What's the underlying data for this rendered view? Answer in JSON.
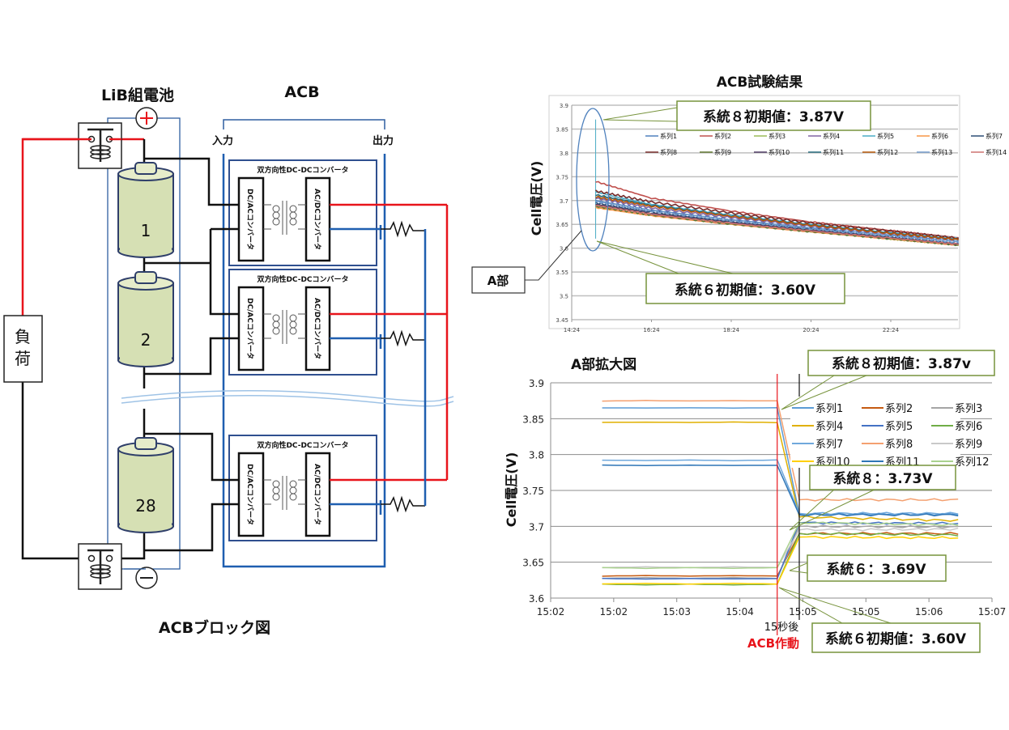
{
  "diagram": {
    "pack_label": "LiB組電池",
    "acb_label": "ACB",
    "input_label": "入力",
    "output_label": "出力",
    "converter_label": "双方向性DC-DCコンバータ",
    "dcac_label": "DC/ACコンバータ",
    "acdc_label": "AC/DCコンバータ",
    "load_label": "負荷",
    "cells": [
      "1",
      "2",
      "28"
    ],
    "plus_icon": "plus-terminal-icon",
    "minus_icon": "minus-terminal-icon",
    "caption": "ACBブロック図",
    "colors": {
      "positive": "#e8141b",
      "negative": "#111111",
      "acb_bus": "#1f5fb0",
      "cell_fill": "#d6e0b4"
    }
  },
  "annotations": {
    "a_part": "A部",
    "top_init8": "系統８初期値：3.87V",
    "top_init6": "系統６初期値：3.60V",
    "zoom_init8": "系統８初期値：3.87v",
    "zoom_after8": "系統８：3.73V",
    "zoom_after6": "系統６：3.69V",
    "zoom_init6": "系統６初期値：3.60V",
    "after15": "15秒後",
    "acb_on": "ACB作動",
    "callout_color": "#77933c",
    "acb_line_color": "#e8141b"
  },
  "chart_data": [
    {
      "type": "line",
      "title": "ACB試験結果",
      "ylabel": "Cell電圧(V)",
      "xlabel": "",
      "ylim": [
        3.45,
        3.9
      ],
      "yticks": [
        "3.9",
        "3.85",
        "3.8",
        "3.75",
        "3.7",
        "3.65",
        "3.6",
        "3.55",
        "3.5",
        "3.45"
      ],
      "xticks": [
        "14:24",
        "16:24",
        "18:24",
        "20:24",
        "22:24"
      ],
      "grid": "horizontal",
      "legend": "top",
      "x": [
        "15:00",
        "16:24",
        "18:24",
        "20:24",
        "22:24",
        "00:06"
      ],
      "initial_spread": {
        "x": "15:00",
        "min": 3.62,
        "max": 3.87
      },
      "series": [
        {
          "name": "系列1",
          "color": "#4f81bd",
          "values": [
            3.7,
            3.68,
            3.66,
            3.643,
            3.628,
            3.615
          ]
        },
        {
          "name": "系列2",
          "color": "#c0504d",
          "values": [
            3.74,
            3.705,
            3.678,
            3.655,
            3.637,
            3.622
          ]
        },
        {
          "name": "系列3",
          "color": "#9bbb59",
          "values": [
            3.69,
            3.672,
            3.652,
            3.636,
            3.62,
            3.607
          ]
        },
        {
          "name": "系列4",
          "color": "#8064a2",
          "values": [
            3.705,
            3.684,
            3.664,
            3.646,
            3.63,
            3.617
          ]
        },
        {
          "name": "系列5",
          "color": "#4bacc6",
          "values": [
            3.718,
            3.692,
            3.67,
            3.65,
            3.633,
            3.62
          ]
        },
        {
          "name": "系列6",
          "color": "#f79646",
          "values": [
            3.685,
            3.668,
            3.65,
            3.634,
            3.619,
            3.606
          ]
        },
        {
          "name": "系列7",
          "color": "#2c4d75",
          "values": [
            3.695,
            3.676,
            3.656,
            3.64,
            3.624,
            3.61
          ]
        },
        {
          "name": "系列8",
          "color": "#772c2a",
          "values": [
            3.72,
            3.697,
            3.674,
            3.653,
            3.636,
            3.621
          ]
        },
        {
          "name": "系列9",
          "color": "#5f7530",
          "values": [
            3.688,
            3.67,
            3.651,
            3.635,
            3.62,
            3.607
          ]
        },
        {
          "name": "系列10",
          "color": "#4d3b62",
          "values": [
            3.692,
            3.673,
            3.654,
            3.638,
            3.622,
            3.609
          ]
        },
        {
          "name": "系列11",
          "color": "#276a7c",
          "values": [
            3.712,
            3.69,
            3.668,
            3.649,
            3.632,
            3.618
          ]
        },
        {
          "name": "系列12",
          "color": "#b65708",
          "values": [
            3.708,
            3.688,
            3.667,
            3.648,
            3.631,
            3.618
          ]
        },
        {
          "name": "系列13",
          "color": "#729aca",
          "values": [
            3.698,
            3.678,
            3.658,
            3.641,
            3.626,
            3.612
          ]
        },
        {
          "name": "系列14",
          "color": "#cd7371",
          "values": [
            3.69,
            3.671,
            3.652,
            3.636,
            3.621,
            3.608
          ]
        }
      ]
    },
    {
      "type": "line",
      "title": "A部拡大図",
      "ylabel": "Cell電圧(V)",
      "xlabel": "",
      "ylim": [
        3.6,
        3.9
      ],
      "yticks": [
        "3.9",
        "3.85",
        "3.8",
        "3.75",
        "3.7",
        "3.65",
        "3.6"
      ],
      "xticks": [
        "15:02",
        "15:02",
        "15:03",
        "15:04",
        "15:05",
        "15:05",
        "15:06",
        "15:07"
      ],
      "xrange": [
        "15:02:00",
        "15:07:00"
      ],
      "grid": "horizontal",
      "legend": "right",
      "acb_time": "15:04:34",
      "after_time": "15:04:49",
      "x": [
        "15:02:35",
        "15:04:34",
        "15:04:49",
        "15:06:37"
      ],
      "series": [
        {
          "name": "系列1",
          "color": "#5b9bd5",
          "values": [
            3.865,
            3.865,
            3.717,
            3.717
          ]
        },
        {
          "name": "系列2",
          "color": "#c55a11",
          "values": [
            3.631,
            3.631,
            3.69,
            3.69
          ]
        },
        {
          "name": "系列3",
          "color": "#a5a5a5",
          "values": [
            3.628,
            3.628,
            3.7,
            3.699
          ]
        },
        {
          "name": "系列4",
          "color": "#e0b000",
          "values": [
            3.845,
            3.845,
            3.713,
            3.708
          ]
        },
        {
          "name": "系列5",
          "color": "#4472c4",
          "values": [
            3.627,
            3.627,
            3.705,
            3.704
          ]
        },
        {
          "name": "系列6",
          "color": "#70ad47",
          "values": [
            3.619,
            3.619,
            3.69,
            3.688
          ]
        },
        {
          "name": "系列7",
          "color": "#6fa8dc",
          "values": [
            3.792,
            3.792,
            3.718,
            3.718
          ]
        },
        {
          "name": "系列8",
          "color": "#f4a070",
          "values": [
            3.875,
            3.875,
            3.737,
            3.737
          ]
        },
        {
          "name": "系列9",
          "color": "#c9c9c9",
          "values": [
            3.643,
            3.643,
            3.695,
            3.696
          ]
        },
        {
          "name": "系列10",
          "color": "#ffd000",
          "values": [
            3.62,
            3.62,
            3.685,
            3.684
          ]
        },
        {
          "name": "系列11",
          "color": "#2e75b6",
          "values": [
            3.785,
            3.785,
            3.716,
            3.716
          ]
        },
        {
          "name": "系列12",
          "color": "#a9d18e",
          "values": [
            3.642,
            3.642,
            3.705,
            3.702
          ]
        }
      ]
    }
  ]
}
